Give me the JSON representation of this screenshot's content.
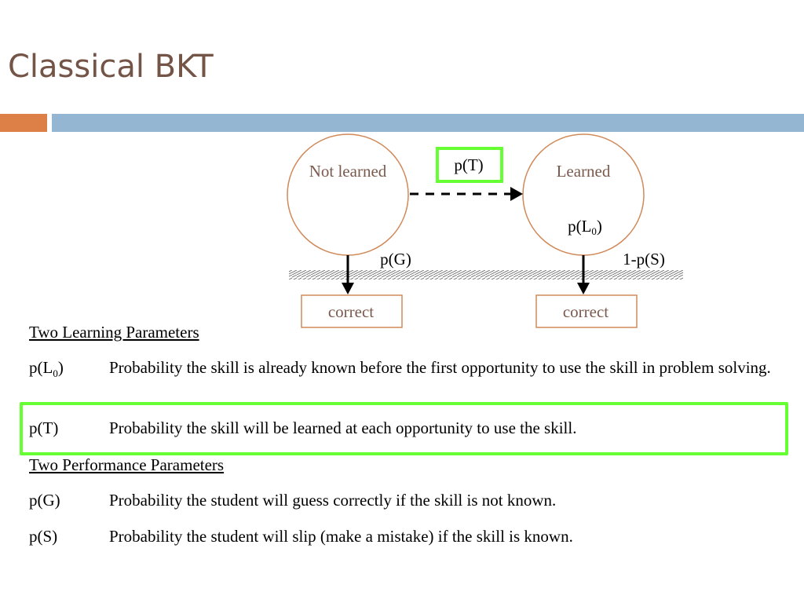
{
  "slide": {
    "title": "Classical BKT"
  },
  "diagram": {
    "states": {
      "not_learned": "Not learned",
      "learned": "Learned"
    },
    "transition_label": "p(T)",
    "initial_label_main": "p(L",
    "initial_label_sub": "0",
    "initial_label_end": ")",
    "guess_label": "p(G)",
    "no_slip_label": "1-p(S)",
    "outputs": {
      "left": "correct",
      "right": "correct"
    },
    "colors": {
      "state_stroke": "#d08a5a",
      "state_text": "#7a5a4e",
      "highlight": "#66ff33",
      "arrow": "#000000"
    }
  },
  "parameters": {
    "learning_heading": "Two Learning Parameters",
    "performance_heading": "Two Performance Parameters",
    "l0_symbol_main": "p(L",
    "l0_symbol_sub": "0",
    "l0_symbol_end": ")",
    "l0_desc": "Probability the skill is already known before the first opportunity to use the skill in problem solving.",
    "t_symbol": "p(T)",
    "t_desc": "Probability the skill will be learned at each opportunity to use the skill.",
    "g_symbol": "p(G)",
    "g_desc": "Probability the student will guess correctly if the skill is not known.",
    "s_symbol": "p(S)",
    "s_desc": "Probability the student will slip (make a mistake) if the skill is known."
  }
}
